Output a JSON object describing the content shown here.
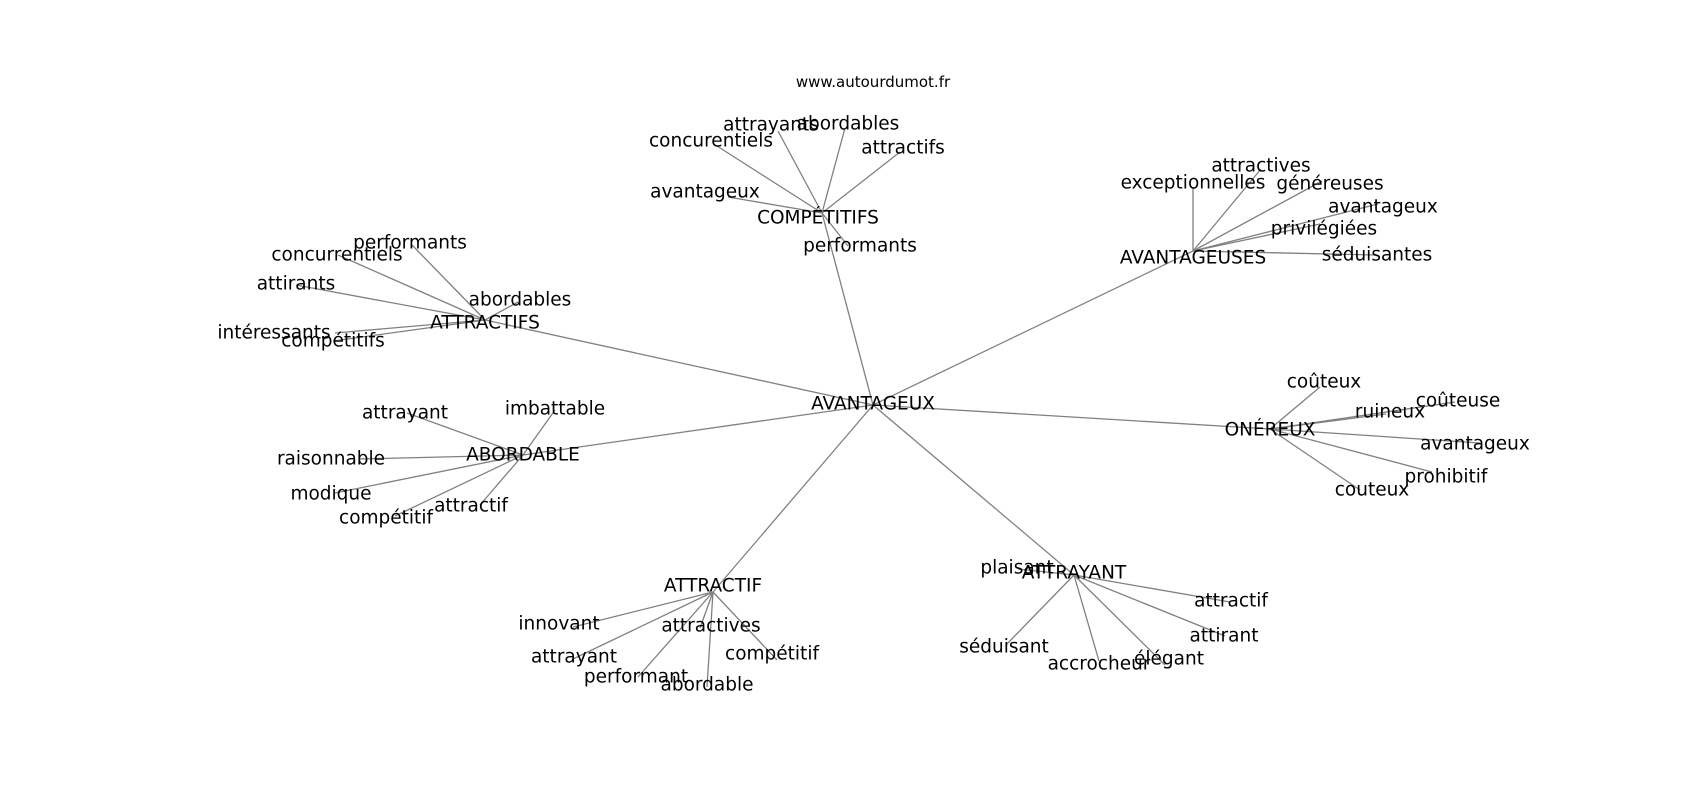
{
  "source": "www.autourdumot.fr",
  "center": "AVANTAGEUX",
  "clusters": [
    {
      "hub": "COMPÉTITIFS",
      "leaves": [
        "concurentiels",
        "attrayants",
        "abordables",
        "attractifs",
        "avantageux",
        "performants"
      ]
    },
    {
      "hub": "AVANTAGEUSES",
      "leaves": [
        "exceptionnelles",
        "attractives",
        "généreuses",
        "avantageux",
        "privilégiées",
        "séduisantes"
      ]
    },
    {
      "hub": "ATTRACTIFS",
      "leaves": [
        "performants",
        "concurrentiels",
        "attirants",
        "abordables",
        "intéressants",
        "compétitifs"
      ]
    },
    {
      "hub": "ABORDABLE",
      "leaves": [
        "attrayant",
        "imbattable",
        "raisonnable",
        "modique",
        "attractif",
        "compétitif"
      ]
    },
    {
      "hub": "ONÉREUX",
      "leaves": [
        "coûteux",
        "coûteuse",
        "ruineux",
        "avantageux",
        "prohibitif",
        "couteux"
      ]
    },
    {
      "hub": "ATTRACTIF",
      "leaves": [
        "innovant",
        "attractives",
        "attrayant",
        "compétitif",
        "performant",
        "abordable"
      ]
    },
    {
      "hub": "ATTRAYANT",
      "leaves": [
        "plaisant",
        "attractif",
        "attirant",
        "séduisant",
        "accrocheur",
        "élégant"
      ]
    }
  ]
}
